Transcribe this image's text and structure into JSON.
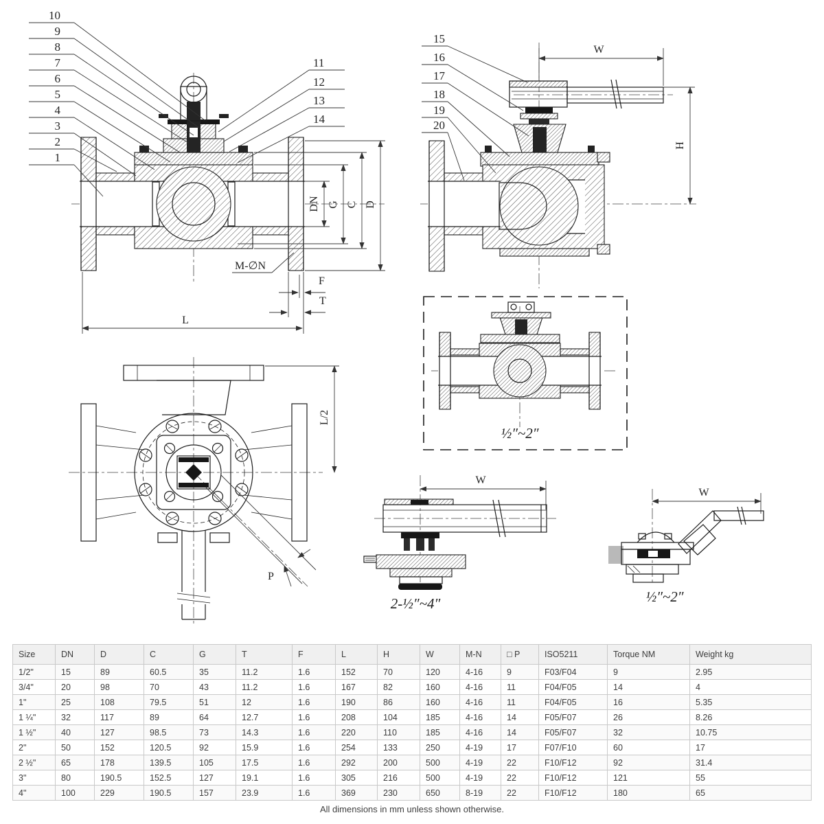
{
  "drawings": {
    "front": {
      "callouts_left": [
        "10",
        "9",
        "8",
        "7",
        "6",
        "5",
        "4",
        "3",
        "2",
        "1"
      ],
      "callouts_right": [
        "11",
        "12",
        "13",
        "14"
      ],
      "dim_dn": "DN",
      "dim_g": "G",
      "dim_c": "C",
      "dim_d": "D",
      "dim_f": "F",
      "dim_t": "T",
      "dim_l": "L",
      "bolt_label": "M-∅N"
    },
    "side": {
      "callouts": [
        "15",
        "16",
        "17",
        "18",
        "19",
        "20"
      ],
      "dim_w": "W",
      "dim_h": "H"
    },
    "inset": {
      "size_range": "½″~2″"
    },
    "top_view": {
      "dim_l2": "L/2",
      "dim_p": "P"
    },
    "handle_wrench": {
      "dim_w": "W",
      "size_range": "2-½″~4″"
    },
    "handle_lever": {
      "dim_w": "W",
      "size_range": "½″~2″"
    }
  },
  "table": {
    "headers": [
      "Size",
      "DN",
      "D",
      "C",
      "G",
      "T",
      "F",
      "L",
      "H",
      "W",
      "M-N",
      "□ P",
      "ISO5211",
      "Torque NM",
      "Weight kg"
    ],
    "rows": [
      [
        "1/2\"",
        "15",
        "89",
        "60.5",
        "35",
        "11.2",
        "1.6",
        "152",
        "70",
        "120",
        "4-16",
        "9",
        "F03/F04",
        "9",
        "2.95"
      ],
      [
        "3/4\"",
        "20",
        "98",
        "70",
        "43",
        "11.2",
        "1.6",
        "167",
        "82",
        "160",
        "4-16",
        "11",
        "F04/F05",
        "14",
        "4"
      ],
      [
        "1\"",
        "25",
        "108",
        "79.5",
        "51",
        "12",
        "1.6",
        "190",
        "86",
        "160",
        "4-16",
        "11",
        "F04/F05",
        "16",
        "5.35"
      ],
      [
        "1 ¼\"",
        "32",
        "117",
        "89",
        "64",
        "12.7",
        "1.6",
        "208",
        "104",
        "185",
        "4-16",
        "14",
        "F05/F07",
        "26",
        "8.26"
      ],
      [
        "1 ½\"",
        "40",
        "127",
        "98.5",
        "73",
        "14.3",
        "1.6",
        "220",
        "110",
        "185",
        "4-16",
        "14",
        "F05/F07",
        "32",
        "10.75"
      ],
      [
        "2\"",
        "50",
        "152",
        "120.5",
        "92",
        "15.9",
        "1.6",
        "254",
        "133",
        "250",
        "4-19",
        "17",
        "F07/F10",
        "60",
        "17"
      ],
      [
        "2 ½\"",
        "65",
        "178",
        "139.5",
        "105",
        "17.5",
        "1.6",
        "292",
        "200",
        "500",
        "4-19",
        "22",
        "F10/F12",
        "92",
        "31.4"
      ],
      [
        "3\"",
        "80",
        "190.5",
        "152.5",
        "127",
        "19.1",
        "1.6",
        "305",
        "216",
        "500",
        "4-19",
        "22",
        "F10/F12",
        "121",
        "55"
      ],
      [
        "4\"",
        "100",
        "229",
        "190.5",
        "157",
        "23.9",
        "1.6",
        "369",
        "230",
        "650",
        "8-19",
        "22",
        "F10/F12",
        "180",
        "65"
      ]
    ]
  },
  "footer_note": "All dimensions in mm unless shown otherwise."
}
